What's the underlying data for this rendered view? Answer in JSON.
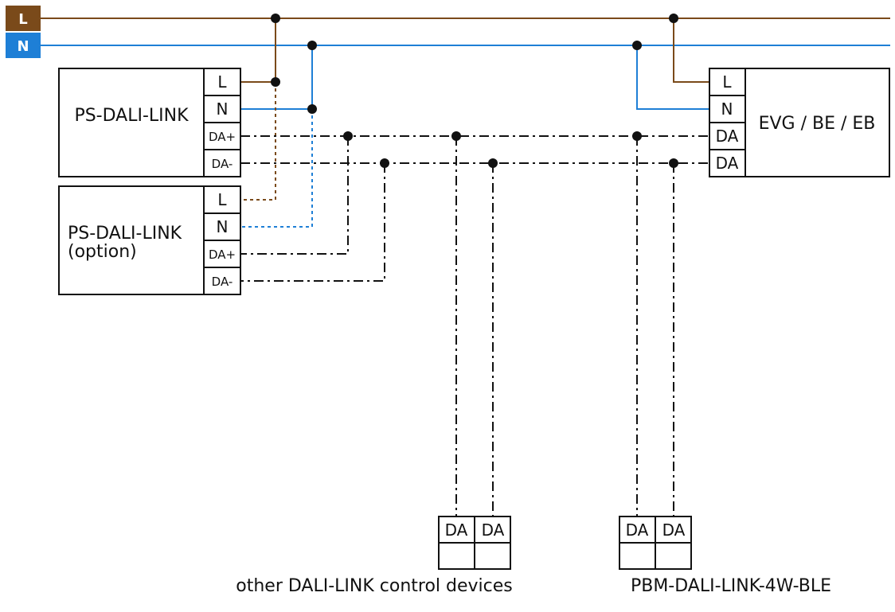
{
  "bus": {
    "line_label": "L",
    "neutral_label": "N",
    "line_color": "#7a4a1a",
    "neutral_color": "#1e7fd6",
    "signal_color": "#111111"
  },
  "devices": {
    "ps_main": {
      "name": "PS-DALI-LINK",
      "terminals": [
        "L",
        "N",
        "DA+",
        "DA-"
      ]
    },
    "ps_option": {
      "name_line1": "PS-DALI-LINK",
      "name_line2": "(option)",
      "terminals": [
        "L",
        "N",
        "DA+",
        "DA-"
      ]
    },
    "evg": {
      "name": "EVG / BE / EB",
      "terminals": [
        "L",
        "N",
        "DA",
        "DA"
      ]
    },
    "control_devices": {
      "terminals": [
        "DA",
        "DA"
      ],
      "caption": "other DALI-LINK control devices"
    },
    "pbm": {
      "terminals": [
        "DA",
        "DA"
      ],
      "caption": "PBM-DALI-LINK-4W-BLE"
    }
  }
}
